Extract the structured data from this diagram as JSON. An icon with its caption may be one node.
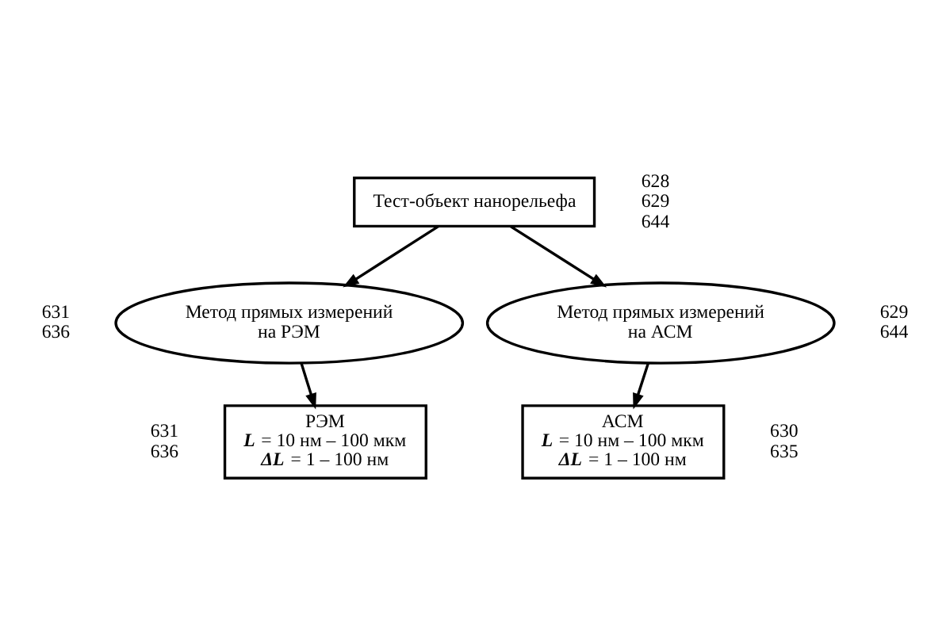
{
  "diagram": {
    "nodes": [
      {
        "text": [
          "Тест-объект нанорельефа"
        ],
        "beside": [
          "628",
          "629",
          "644"
        ]
      },
      {
        "text": [
          "Метод прямых измерений на РЭМ"
        ],
        "beside": [
          "631",
          "636"
        ]
      },
      {
        "text": [
          "Метод прямых измерений на АСМ"
        ],
        "beside": [
          "629",
          "644"
        ]
      },
      {
        "text": [
          "РЭМ",
          "**L** = 10 нм – 100 мкм",
          "**ΔL** = 1 – 100 нм"
        ],
        "beside": [
          "631",
          "636"
        ]
      },
      {
        "text": [
          "АСМ",
          "**L** = 10 нм – 100 мкм",
          "**ΔL** = 1 – 100 нм"
        ],
        "beside": [
          "630",
          "635"
        ]
      }
    ],
    "edges": [
      {
        "from": 0,
        "to": 1,
        "arrow": "to"
      },
      {
        "from": 0,
        "to": 2,
        "arrow": "to"
      },
      {
        "from": 1,
        "to": 3,
        "arrow": "to"
      },
      {
        "from": 2,
        "to": 4,
        "arrow": "to"
      }
    ]
  }
}
